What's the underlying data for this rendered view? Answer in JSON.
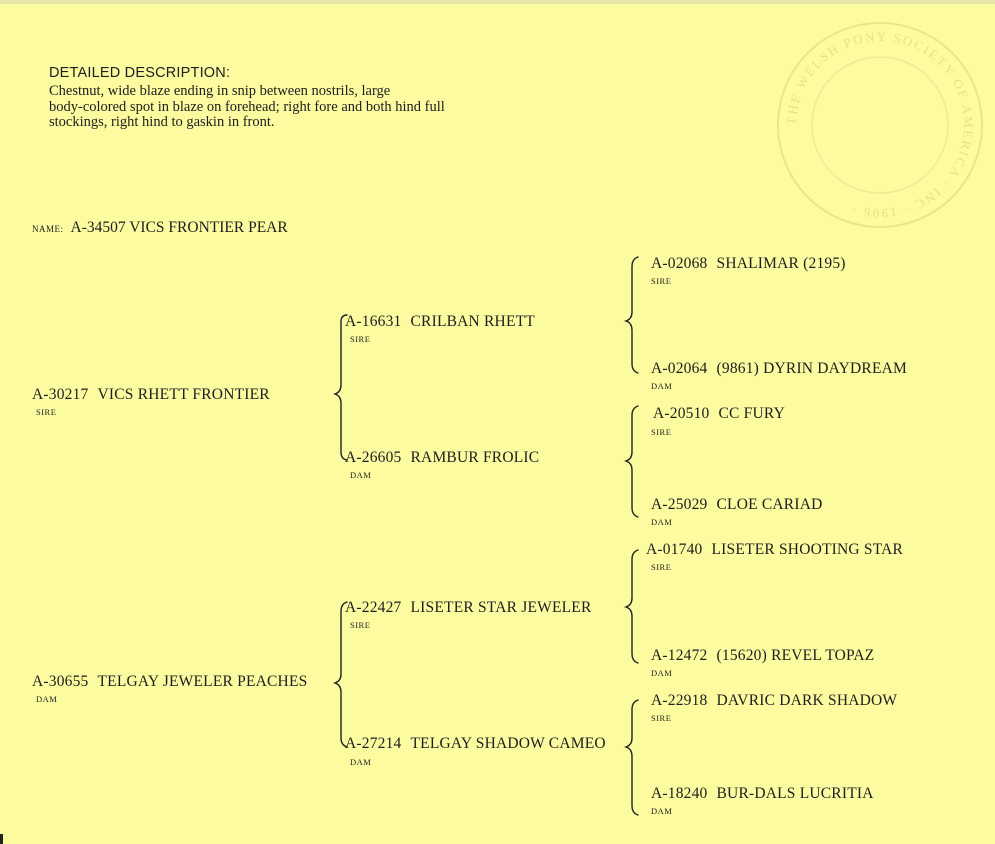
{
  "description": {
    "heading": "DETAILED DESCRIPTION:",
    "lines": [
      "Chestnut, wide blaze ending in snip between nostrils, large",
      "body-colored spot in blaze on forehead; right fore and both hind full",
      "stockings, right hind to gaskin in front."
    ]
  },
  "name": {
    "label": "NAME:",
    "value": "A-34507 VICS FRONTIER PEAR"
  },
  "pedigree": {
    "sire": {
      "number": "A-30217",
      "name": "VICS RHETT FRONTIER",
      "role": "SIRE",
      "sire": {
        "number": "A-16631",
        "name": "CRILBAN RHETT",
        "role": "SIRE",
        "sire": {
          "number": "A-02068",
          "name": "SHALIMAR (2195)",
          "role": "SIRE"
        },
        "dam": {
          "number": "A-02064",
          "name": "(9861) DYRIN DAYDREAM",
          "role": "DAM"
        }
      },
      "dam": {
        "number": "A-26605",
        "name": "RAMBUR FROLIC",
        "role": "DAM",
        "sire": {
          "number": "A-20510",
          "name": "CC FURY",
          "role": "SIRE"
        },
        "dam": {
          "number": "A-25029",
          "name": "CLOE CARIAD",
          "role": "DAM"
        }
      }
    },
    "dam": {
      "number": "A-30655",
      "name": "TELGAY JEWELER PEACHES",
      "role": "DAM",
      "sire": {
        "number": "A-22427",
        "name": "LISETER STAR JEWELER",
        "role": "SIRE",
        "sire": {
          "number": "A-01740",
          "name": "LISETER SHOOTING STAR",
          "role": "SIRE"
        },
        "dam": {
          "number": "A-12472",
          "name": "(15620) REVEL TOPAZ",
          "role": "DAM"
        }
      },
      "dam": {
        "number": "A-27214",
        "name": "TELGAY SHADOW CAMEO",
        "role": "DAM",
        "sire": {
          "number": "A-22918",
          "name": "DAVRIC DARK SHADOW",
          "role": "SIRE"
        },
        "dam": {
          "number": "A-18240",
          "name": "BUR-DALS LUCRITIA",
          "role": "DAM"
        }
      }
    }
  },
  "seal": {
    "icon": "embossed-seal-icon",
    "text": "THE WELSH PONY SOCIETY OF AMERICA · INC · 1906 ·"
  },
  "colors": {
    "paper": "#fdfba0",
    "ink": "#1e1e1e"
  }
}
